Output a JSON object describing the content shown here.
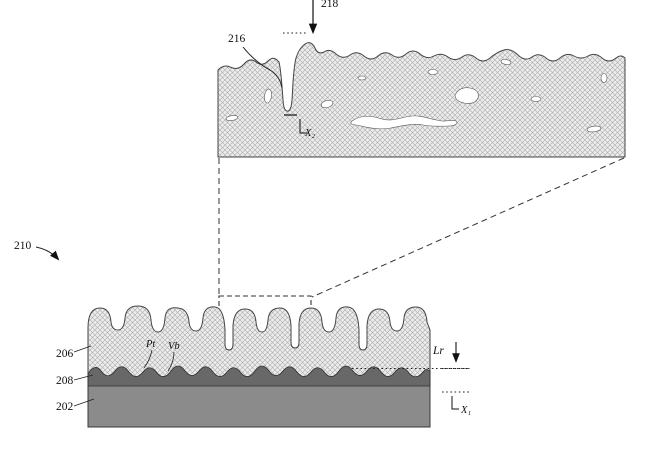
{
  "figure": {
    "reference_labels": {
      "r210": "210",
      "r216": "216",
      "r218": "218",
      "r206": "206",
      "r208": "208",
      "r202": "202"
    },
    "measurements": {
      "lr": "Lr",
      "x1": "X₁",
      "x2": "X₂",
      "pt": "Pt",
      "vb": "Vb"
    },
    "colors": {
      "hatch_fill": "#ececec",
      "hatch_line": "#a9a9a9",
      "layer_208": "#686868",
      "layer_202": "#8b8b8b",
      "ink": "#222222"
    }
  }
}
